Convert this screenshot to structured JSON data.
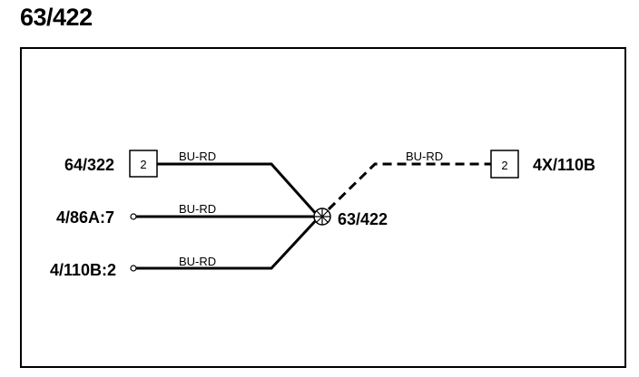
{
  "title": "63/422",
  "connectors": {
    "left_top": {
      "name": "64/322",
      "pin": "2"
    },
    "left_mid": {
      "name": "4/86A:7"
    },
    "left_bot": {
      "name": "4/110B:2"
    },
    "right": {
      "name": "4X/110B",
      "pin": "2"
    }
  },
  "splice": {
    "name": "63/422"
  },
  "wires": {
    "top": "BU-RD",
    "mid": "BU-RD",
    "bot": "BU-RD",
    "right": "BU-RD"
  }
}
